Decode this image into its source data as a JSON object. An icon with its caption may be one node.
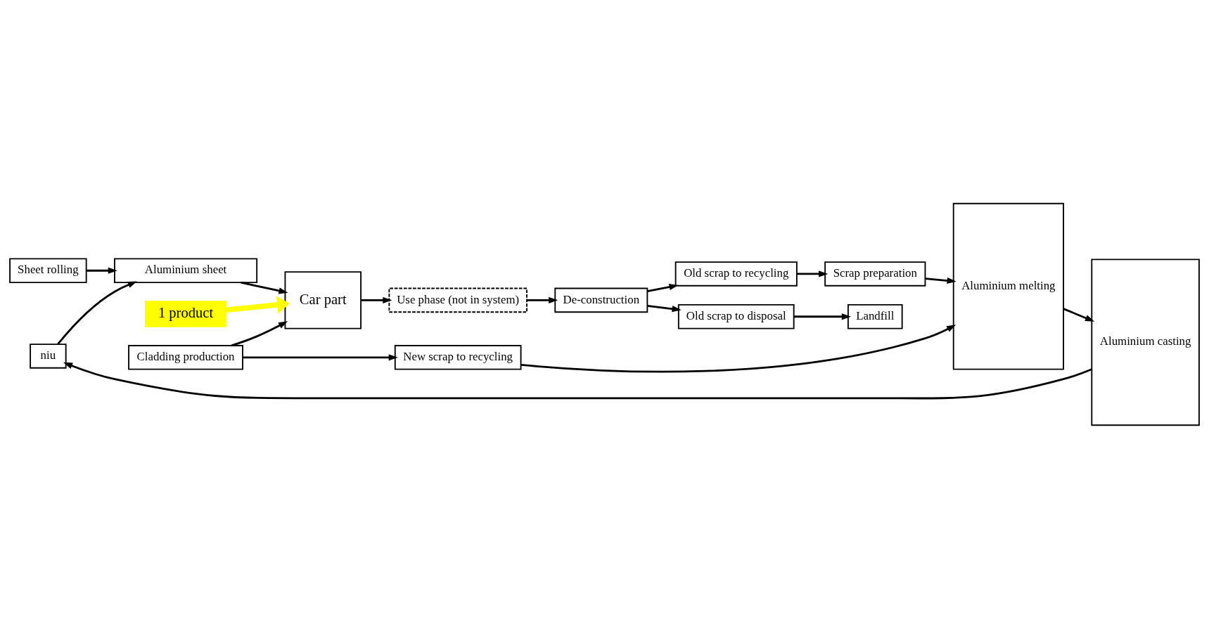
{
  "diagram": {
    "nodes": [
      {
        "text": [
          "niu"
        ]
      },
      {
        "text": [
          "Sheet rolling"
        ]
      },
      {
        "text": [
          "Cladding production"
        ]
      },
      {
        "text": [
          "New scrap to recycling"
        ]
      },
      {
        "text": [
          "Aluminium melting"
        ]
      },
      {
        "text": [
          "Aluminium casting"
        ]
      },
      {
        "text": [
          "Aluminium sheet"
        ]
      },
      {
        "text": [
          "Car part"
        ]
      },
      {
        "text": [
          "1 product"
        ]
      },
      {
        "text": [
          "Use phase (not in system)"
        ]
      },
      {
        "text": [
          "De-construction"
        ]
      },
      {
        "text": [
          "Old scrap to recycling"
        ]
      },
      {
        "text": [
          "Scrap preparation"
        ]
      },
      {
        "text": [
          "Old scrap to disposal"
        ]
      },
      {
        "text": [
          "Landfill"
        ]
      }
    ],
    "edges": [
      {
        "from": 5,
        "to": 0,
        "arrow": "to"
      },
      {
        "from": 0,
        "to": 6,
        "arrow": "to"
      },
      {
        "from": 1,
        "to": 6,
        "arrow": "to"
      },
      {
        "from": 2,
        "to": 3,
        "arrow": "to"
      },
      {
        "from": 3,
        "to": 4,
        "arrow": "to"
      },
      {
        "from": 2,
        "to": 7,
        "arrow": "to"
      },
      {
        "from": 6,
        "to": 7,
        "arrow": "to"
      },
      {
        "from": 8,
        "to": 7,
        "arrow": "to",
        "style": "thick",
        "color": "#ffff00"
      },
      {
        "from": 7,
        "to": 9,
        "arrow": "to"
      },
      {
        "from": 9,
        "to": 10,
        "arrow": "to"
      },
      {
        "from": 10,
        "to": 11,
        "arrow": "to"
      },
      {
        "from": 11,
        "to": 12,
        "arrow": "to"
      },
      {
        "from": 12,
        "to": 4,
        "arrow": "to"
      },
      {
        "from": 10,
        "to": 13,
        "arrow": "to"
      },
      {
        "from": 13,
        "to": 14,
        "arrow": "to"
      },
      {
        "from": 4,
        "to": 5,
        "arrow": "to"
      }
    ]
  }
}
